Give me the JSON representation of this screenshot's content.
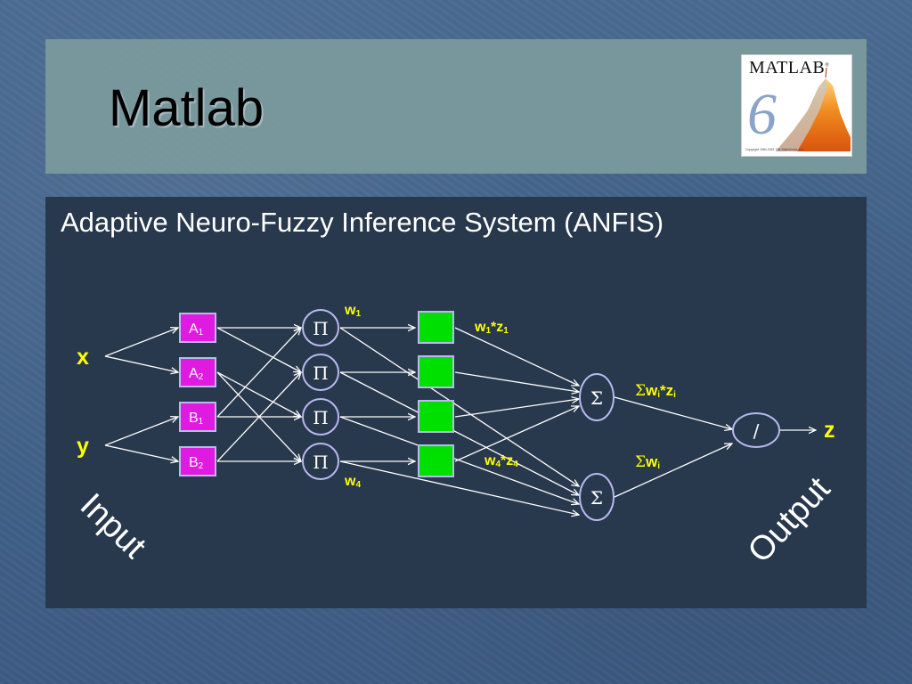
{
  "slide": {
    "title": "Matlab",
    "subtitle": "Adaptive Neuro-Fuzzy Inference System (ANFIS)",
    "logo": {
      "brand": "MATLAB",
      "registered": "®",
      "version": "6",
      "copyright": "Copyright 1984-2001 The MathWorks, Inc."
    }
  },
  "colors": {
    "mf_fill": "#e01ae0",
    "rule_fill": "#00e000",
    "node_stroke": "#b9b9f0",
    "text": "#ffffff",
    "label": "#ffff00"
  },
  "diagram": {
    "inputs": [
      {
        "id": "x",
        "label": "x"
      },
      {
        "id": "y",
        "label": "y"
      }
    ],
    "mf_nodes": [
      {
        "id": "A1",
        "main": "A",
        "sub": "1"
      },
      {
        "id": "A2",
        "main": "A",
        "sub": "2"
      },
      {
        "id": "B1",
        "main": "B",
        "sub": "1"
      },
      {
        "id": "B2",
        "main": "B",
        "sub": "2"
      }
    ],
    "product_nodes": [
      {
        "id": "P1",
        "symbol": "Π"
      },
      {
        "id": "P2",
        "symbol": "Π"
      },
      {
        "id": "P3",
        "symbol": "Π"
      },
      {
        "id": "P4",
        "symbol": "Π"
      }
    ],
    "rule_nodes": [
      {
        "id": "R1"
      },
      {
        "id": "R2"
      },
      {
        "id": "R3"
      },
      {
        "id": "R4"
      }
    ],
    "sum_nodes": [
      {
        "id": "S1",
        "symbol": "Σ"
      },
      {
        "id": "S2",
        "symbol": "Σ"
      }
    ],
    "div_node": {
      "id": "D",
      "symbol": "/"
    },
    "output": {
      "label": "z"
    },
    "weights": {
      "w1": {
        "main": "w",
        "sub": "1"
      },
      "w4": {
        "main": "w",
        "sub": "4"
      }
    },
    "products": {
      "w1z1": {
        "w": "w",
        "ws": "1",
        "star": "*",
        "z": "z",
        "zs": "1"
      },
      "w4z4": {
        "w": "w",
        "ws": "4",
        "star": "*",
        "z": "z",
        "zs": "4"
      }
    },
    "sums": {
      "wz": {
        "sigma": "Σ",
        "w": "w",
        "ws": "i",
        "star": "*",
        "z": "z",
        "zs": "i"
      },
      "w": {
        "sigma": "Σ",
        "w": "w",
        "ws": "i"
      }
    },
    "stage_labels": {
      "input": "Input",
      "output": "Output"
    }
  }
}
